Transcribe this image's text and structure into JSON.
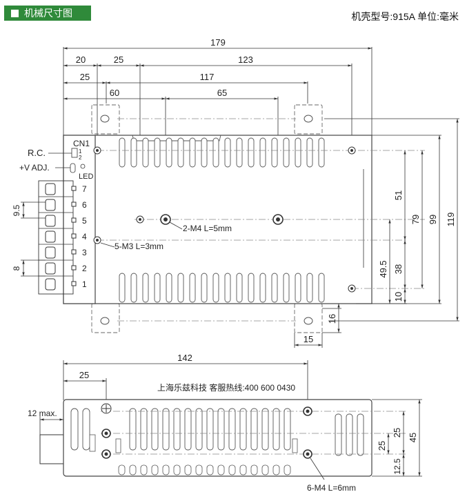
{
  "header": {
    "title": "机械尺寸图",
    "model_label": "机壳型号:915A 单位:毫米"
  },
  "top_view": {
    "dims": {
      "overall_width": "179",
      "left_20": "20",
      "span_25_a": "25",
      "right_123": "123",
      "left_25_b": "25",
      "span_117": "117",
      "left_60": "60",
      "span_65": "65",
      "height_119": "119",
      "height_99": "99",
      "height_79": "79",
      "height_51": "51",
      "height_49_5": "49.5",
      "height_38": "38",
      "height_10": "10",
      "foot_16": "16",
      "foot_15": "15",
      "pitch_9_5": "9.5",
      "pitch_8": "8"
    },
    "labels": {
      "rc": "R.C.",
      "vadj": "+V ADJ.",
      "cn1": "CN1",
      "cn1_pin1": "1",
      "cn1_pin2": "2",
      "led": "LED",
      "m4_note": "2-M4 L=5mm",
      "m3_note": "5-M3 L=3mm"
    },
    "terminals": [
      "7",
      "6",
      "5",
      "4",
      "3",
      "2",
      "1"
    ]
  },
  "side_view": {
    "dims": {
      "width_142": "142",
      "left_25": "25",
      "max_12": "12 max.",
      "height_45": "45",
      "height_25_outer": "25",
      "height_25_inner": "25",
      "height_12_5": "12.5"
    },
    "labels": {
      "hotline": "上海乐兹科技 客服热线:400 600 0430",
      "m4_note": "6-M4 L=6mm"
    }
  }
}
